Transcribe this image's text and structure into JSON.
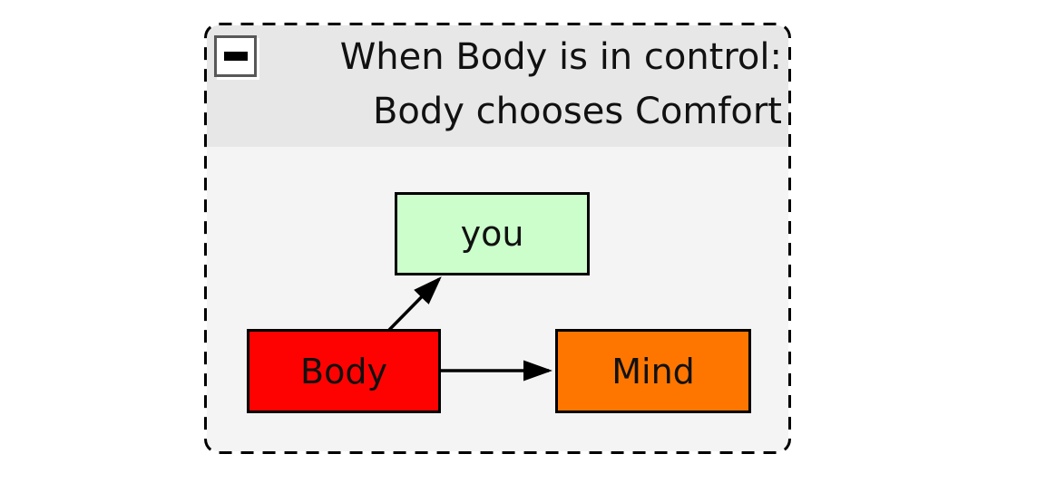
{
  "group_frame": {
    "title_line1": "When Body is in control:",
    "title_line2": "Body chooses Comfort",
    "collapse_button": {
      "icon": "minus-icon",
      "glyph": "−",
      "label": "collapse"
    },
    "colors": {
      "header_bg": "#e7e7e7",
      "body_bg": "#f4f4f4",
      "border": "#000000"
    }
  },
  "diagram": {
    "nodes": [
      {
        "id": "you",
        "label": "you",
        "fill": "#ccfecc",
        "border": "#000000"
      },
      {
        "id": "body",
        "label": "Body",
        "fill": "#fe0202",
        "border": "#000000"
      },
      {
        "id": "mind",
        "label": "Mind",
        "fill": "#fe7600",
        "border": "#000000"
      }
    ],
    "edges": [
      {
        "from": "body",
        "to": "you",
        "arrow": "filled-triangle",
        "color": "#000000"
      },
      {
        "from": "body",
        "to": "mind",
        "arrow": "filled-triangle",
        "color": "#000000"
      }
    ]
  }
}
